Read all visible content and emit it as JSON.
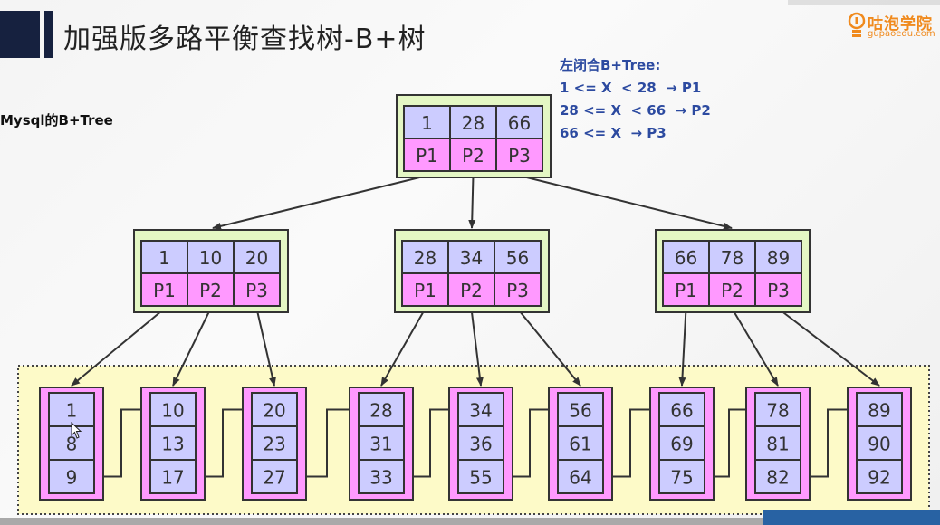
{
  "slide": {
    "title": "加强版多路平衡查找树-B+树",
    "subtitle": "Mysql的B+Tree",
    "logo": {
      "name": "咕泡学院",
      "url": "gupaoedu.com",
      "color": "#f08a1d"
    },
    "legend": {
      "heading": "左闭合B+Tree:",
      "rules": [
        "1 <= X  < 28  → P1",
        "28 <= X  < 66  → P2",
        "66 <= X  → P3"
      ],
      "color": "#2c4aa0"
    }
  },
  "colors": {
    "node_border_fill": "#e4f7c4",
    "key_fill": "#ccccff",
    "pointer_fill": "#ff99ff",
    "leaf_area_fill": "#fdfac8",
    "title_block": "#16213f"
  },
  "tree": {
    "root": {
      "keys": [
        "1",
        "28",
        "66"
      ],
      "pointers": [
        "P1",
        "P2",
        "P3"
      ]
    },
    "internal": [
      {
        "keys": [
          "1",
          "10",
          "20"
        ],
        "pointers": [
          "P1",
          "P2",
          "P3"
        ]
      },
      {
        "keys": [
          "28",
          "34",
          "56"
        ],
        "pointers": [
          "P1",
          "P2",
          "P3"
        ]
      },
      {
        "keys": [
          "66",
          "78",
          "89"
        ],
        "pointers": [
          "P1",
          "P2",
          "P3"
        ]
      }
    ],
    "leaves": [
      [
        "1",
        "8",
        "9"
      ],
      [
        "10",
        "13",
        "17"
      ],
      [
        "20",
        "23",
        "27"
      ],
      [
        "28",
        "31",
        "33"
      ],
      [
        "34",
        "36",
        "55"
      ],
      [
        "56",
        "61",
        "64"
      ],
      [
        "66",
        "69",
        "75"
      ],
      [
        "78",
        "81",
        "82"
      ],
      [
        "89",
        "90",
        "92"
      ]
    ]
  }
}
